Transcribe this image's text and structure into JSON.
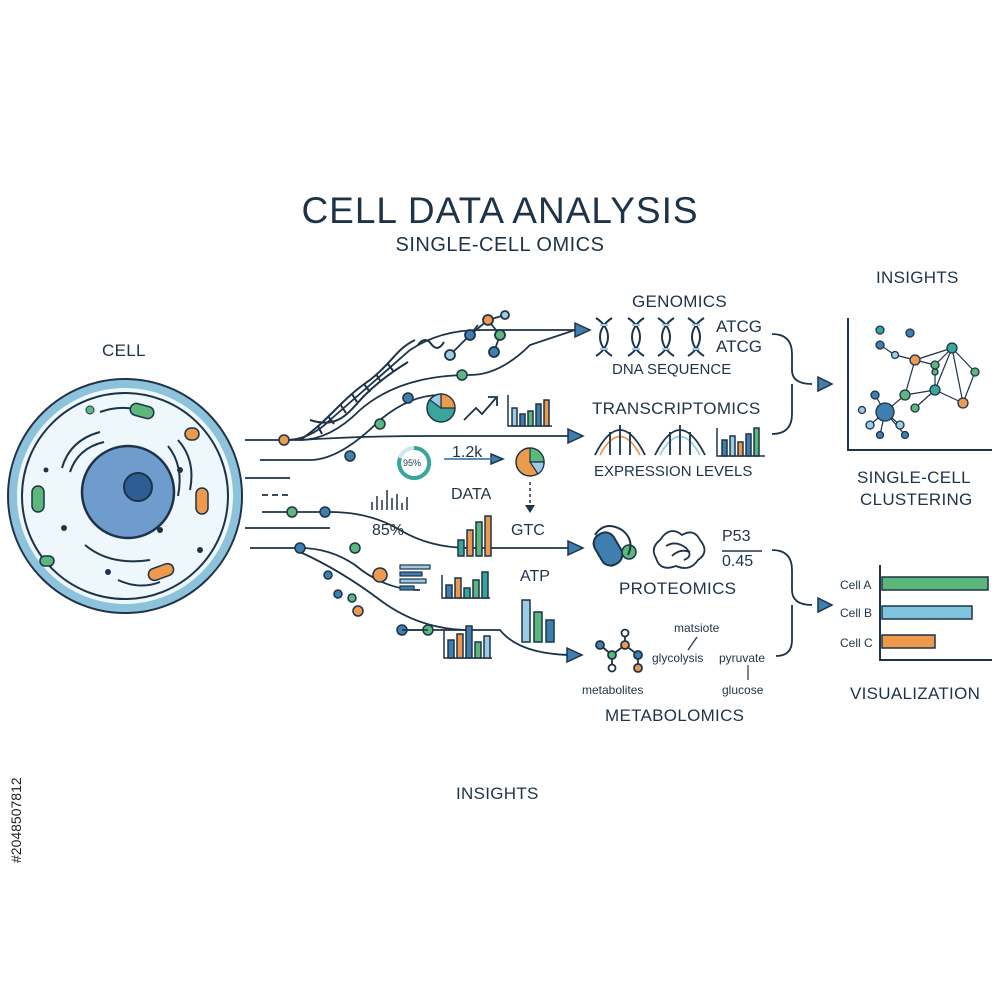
{
  "title": "CELL DATA ANALYSIS",
  "subtitle": "SINGLE-CELL OMICS",
  "cell_label": "CELL",
  "omics": {
    "genomics": "GENOMICS",
    "dna_seq_1": "ATCG",
    "dna_seq_2": "ATCG",
    "dna_sequence": "DNA SEQUENCE",
    "transcriptomics": "TRANSCRIPTOMICS",
    "expression_levels": "EXPRESSION LEVELS",
    "proteomics": "PROTEOMICS",
    "p53_label": "P53",
    "p53_value": "0.45",
    "metabolomics": "METABOLOMICS",
    "metabolites": "metabolites",
    "glycolysis": "glycolysis",
    "pyruvate": "pyruvate",
    "glucose": "glucose",
    "matsiote": "matsiote"
  },
  "data_panel": {
    "percent_small": "95%",
    "count": "1.2k",
    "data_label": "DATA",
    "percent_85": "85%",
    "gtc": "GTC",
    "atp": "ATP"
  },
  "insights_top": "INSIGHTS",
  "clustering_label_1": "SINGLE-CELL",
  "clustering_label_2": "CLUSTERING",
  "visualization": {
    "label": "VISUALIZATION",
    "bars": [
      {
        "name": "Cell A",
        "value": 1.0,
        "color": "#5cb87a"
      },
      {
        "name": "Cell B",
        "value": 0.85,
        "color": "#7fc5dd"
      },
      {
        "name": "Cell C",
        "value": 0.5,
        "color": "#ee9a4d"
      }
    ]
  },
  "insights_bottom": "INSIGHTS",
  "stock_id": "#204850781​2",
  "colors": {
    "navy": "#1d3348",
    "blue": "#3f7fb0",
    "light_blue": "#9ccbe2",
    "green": "#5cb87a",
    "orange": "#ee9a4d",
    "teal": "#3aa59a"
  }
}
